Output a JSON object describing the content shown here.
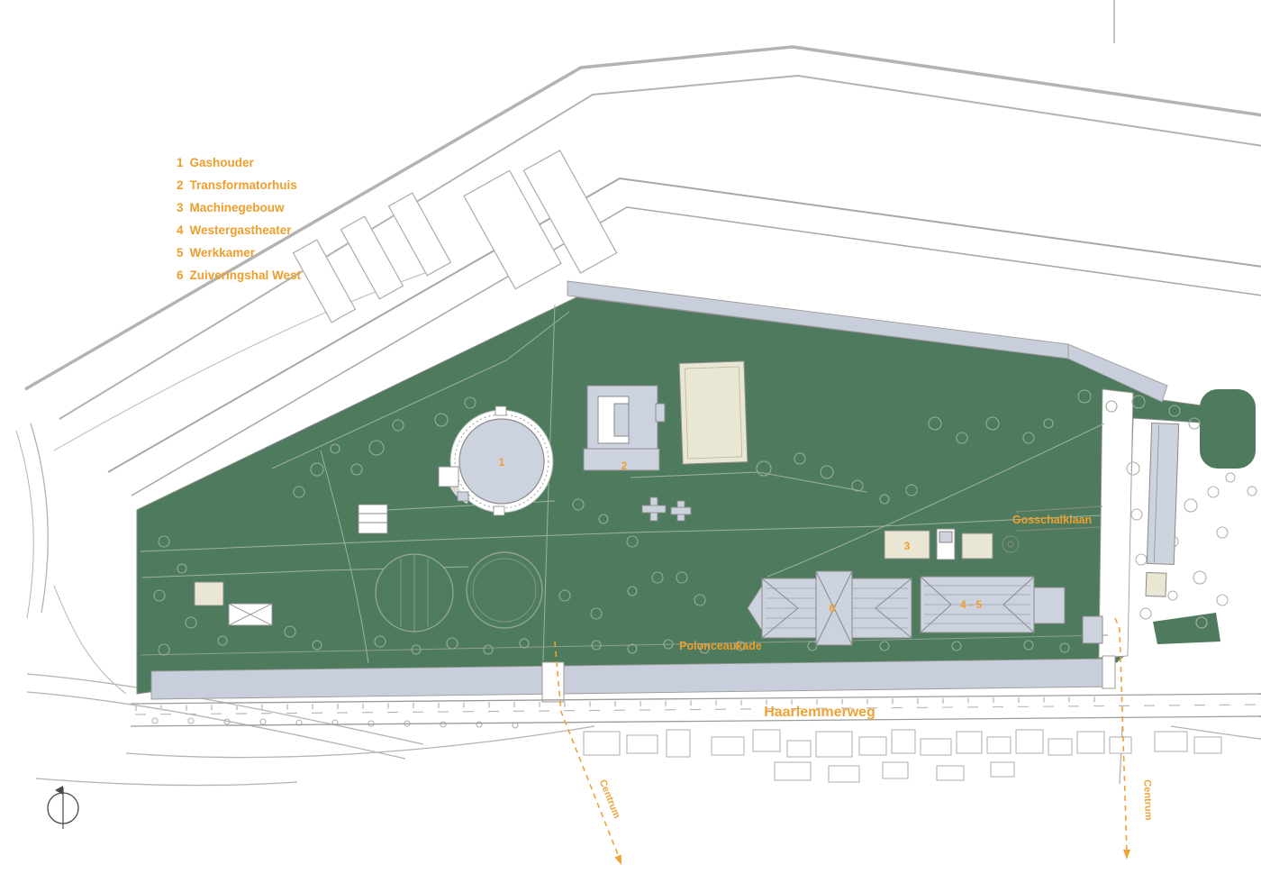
{
  "legend": {
    "items": [
      {
        "num": "1",
        "label": "Gashouder"
      },
      {
        "num": "2",
        "label": "Transformatorhuis"
      },
      {
        "num": "3",
        "label": "Machinegebouw"
      },
      {
        "num": "4",
        "label": "Westergastheater"
      },
      {
        "num": "5",
        "label": "Werkkamer"
      },
      {
        "num": "6",
        "label": "Zuiveringshal West"
      }
    ]
  },
  "map": {
    "street_labels": {
      "haarlemmerweg": "Haarlemmerweg",
      "polonceaukade": "Polonceaukade",
      "gosschalklaan": "Gosschalklaan"
    },
    "direction_labels": {
      "centrum_south": "Centrum",
      "centrum_east": "Centrum"
    },
    "building_markers": {
      "gashouder": "1",
      "transformatorhuis": "2",
      "machinegebouw": "3",
      "westergastheater_werkkamer": "4 - 5",
      "zuiveringshal": "6"
    },
    "icons": {
      "compass": "north-arrow-icon"
    }
  },
  "colors": {
    "site_green": "#4e7b5d",
    "water_gray_blue": "#c8cedb",
    "building_blue_gray": "#ccd2de",
    "building_beige": "#e9e6d4",
    "accent_orange": "#ee9e2b",
    "linework_gray": "#9b9b99"
  }
}
